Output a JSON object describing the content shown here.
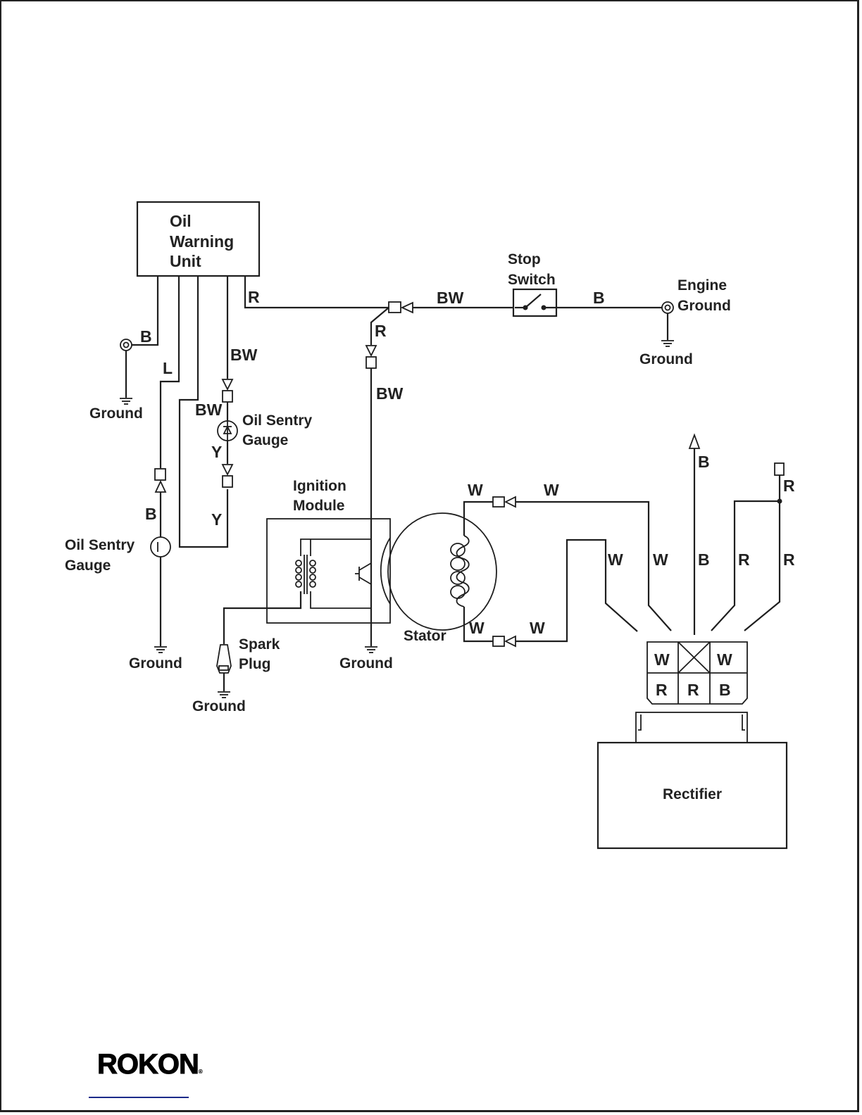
{
  "diagram": {
    "title": "Wiring Diagram",
    "components": {
      "oil_warning_unit": "Oil\nWarning\nUnit",
      "oil_warning_unit_lines": [
        "Oil",
        "Warning",
        "Unit"
      ],
      "stop_switch_lines": [
        "Stop",
        "Switch"
      ],
      "engine_ground_lines": [
        "Engine",
        "Ground"
      ],
      "oil_sentry_gauge_upper_lines": [
        "Oil Sentry",
        "Gauge"
      ],
      "oil_sentry_gauge_lower_lines": [
        "Oil Sentry",
        "Gauge"
      ],
      "ignition_module_lines": [
        "Ignition",
        "Module"
      ],
      "stator": "Stator",
      "spark_plug_lines": [
        "Spark",
        "Plug"
      ],
      "rectifier": "Rectifier",
      "ground": "Ground"
    },
    "wire_labels": {
      "owu_red": "R",
      "owu_black": "B",
      "owu_blue": "L",
      "owu_bw": "BW",
      "gauge_bw": "BW",
      "gauge_y_upper": "Y",
      "gauge_y_lower": "Y",
      "lower_gauge_b": "B",
      "junction_bw": "BW",
      "junction_r": "R",
      "ignition_bw": "BW",
      "switch_b": "B",
      "stator_w_top_left": "W",
      "stator_w_top_right": "W",
      "stator_w_bottom_left": "W",
      "stator_w_bottom_right": "W",
      "harness_w1": "W",
      "harness_w2": "W",
      "harness_b_top": "B",
      "harness_b": "B",
      "harness_r1": "R",
      "harness_r2": "R",
      "harness_r_top": "R"
    },
    "rectifier_connector": {
      "top_row": [
        "W",
        "",
        "W"
      ],
      "bottom_row": [
        "R",
        "R",
        "B"
      ]
    }
  },
  "footer": {
    "logo": "ROKON",
    "registered": "®"
  }
}
